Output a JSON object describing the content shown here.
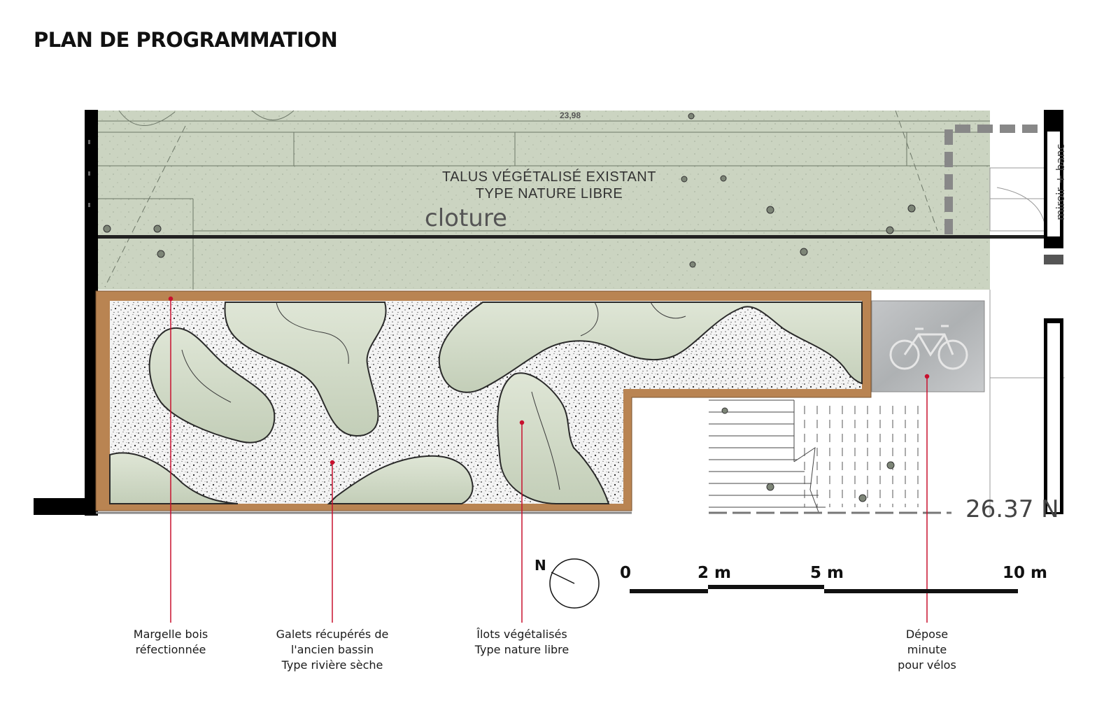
{
  "title": "PLAN DE PROGRAMMATION",
  "plan": {
    "talus_line1": "TALUS VÉGÉTALISÉ EXISTANT",
    "talus_line2": "TYPE NATURE LIBRE",
    "cloture": "cloture",
    "dimension": "23,98",
    "elevation": "26.37 N",
    "side_note": "miroir + banc"
  },
  "callouts": [
    {
      "lines": [
        "Margelle bois",
        "réfectionnée"
      ]
    },
    {
      "lines": [
        "Galets récupérés de",
        "l'ancien bassin",
        "Type rivière sèche"
      ]
    },
    {
      "lines": [
        "Îlots végétalisés",
        "Type nature libre"
      ]
    },
    {
      "lines": [
        "Dépose",
        "minute",
        "pour vélos"
      ]
    }
  ],
  "north": "N",
  "scale_bar": {
    "labels": [
      "0",
      "2 m",
      "5 m",
      "10 m"
    ]
  },
  "colors": {
    "vegetation": "#c9d3bf",
    "wood": "#b98452",
    "callout_line": "#c8102e",
    "wall": "#000000"
  }
}
